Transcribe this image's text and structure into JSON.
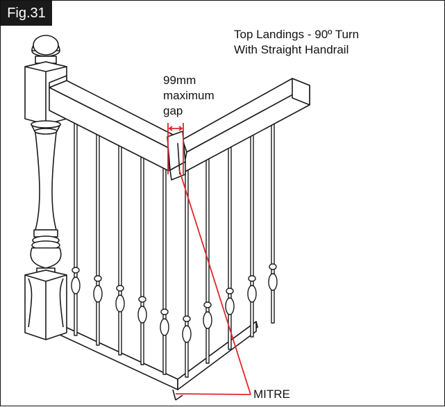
{
  "figure": {
    "label": "Fig.31",
    "title_lines": [
      "Top Landings - 90º Turn",
      "With Straight Handrail"
    ],
    "gap_note_lines": [
      "99mm",
      "maximum",
      "gap"
    ],
    "mitre_label": "MITRE",
    "colors": {
      "annotation": "#e0262b",
      "line": "#1a1a1a",
      "background": "#ffffff"
    }
  }
}
